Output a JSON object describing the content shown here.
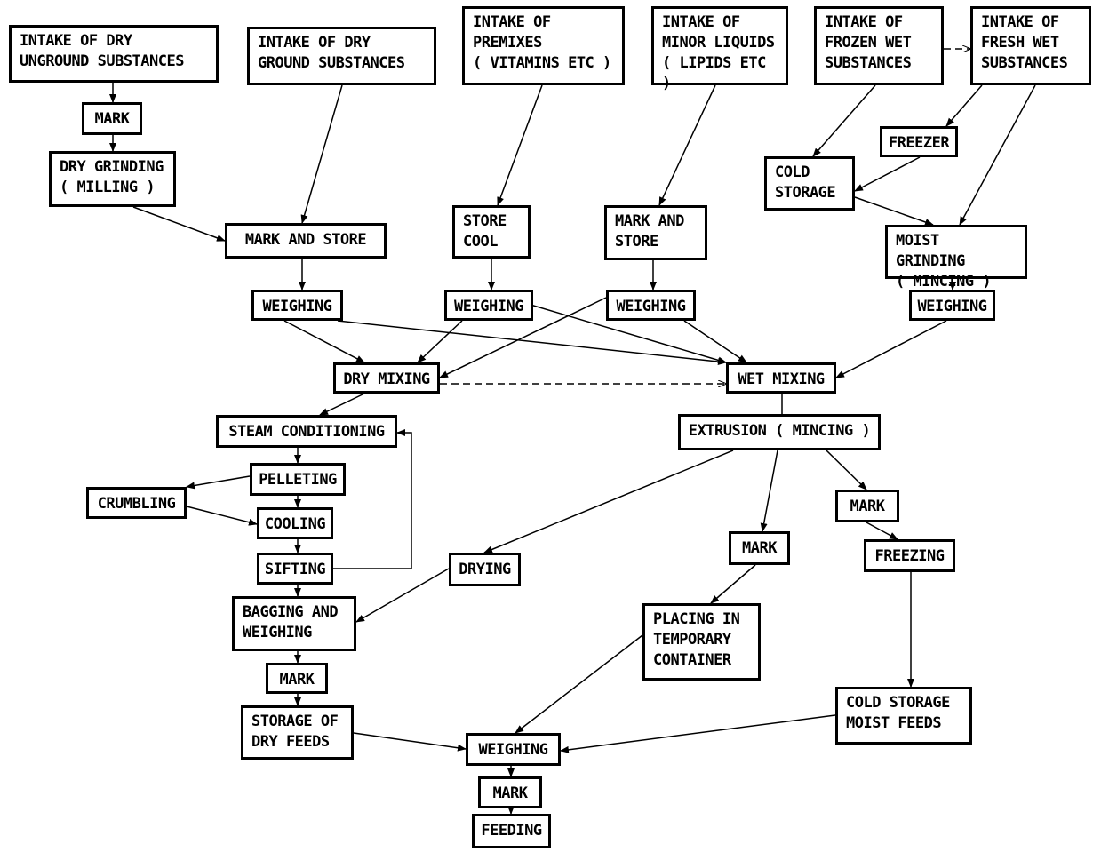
{
  "nodes": {
    "intake_dry_unground": "INTAKE OF DRY\nUNGROUND SUBSTANCES",
    "intake_dry_ground": "INTAKE OF DRY\nGROUND SUBSTANCES",
    "intake_premixes": "INTAKE OF\nPREMIXES\n( VITAMINS ETC )",
    "intake_minor_liquids": "INTAKE OF\nMINOR LIQUIDS\n( LIPIDS ETC )",
    "intake_frozen_wet": "INTAKE OF\nFROZEN WET\nSUBSTANCES",
    "intake_fresh_wet": "INTAKE OF\nFRESH WET\nSUBSTANCES",
    "mark_1": "MARK",
    "dry_grinding": "DRY GRINDING\n( MILLING )",
    "mark_and_store_1": "MARK AND STORE",
    "store_cool": "STORE\nCOOL",
    "mark_and_store_2": "MARK AND\nSTORE",
    "freezer": "FREEZER",
    "cold_storage": "COLD\nSTORAGE",
    "moist_grinding": "MOIST GRINDING\n( MINCING )",
    "weighing_1": "WEIGHING",
    "weighing_2": "WEIGHING",
    "weighing_3": "WEIGHING",
    "weighing_4": "WEIGHING",
    "dry_mixing": "DRY MIXING",
    "wet_mixing": "WET MIXING",
    "steam_conditioning": "STEAM CONDITIONING",
    "extrusion": "EXTRUSION ( MINCING )",
    "pelleting": "PELLETING",
    "crumbling": "CRUMBLING",
    "cooling": "COOLING",
    "sifting": "SIFTING",
    "drying": "DRYING",
    "mark_2": "MARK",
    "mark_3": "MARK",
    "freezing": "FREEZING",
    "bagging": "BAGGING AND\nWEIGHING",
    "placing": "PLACING IN\nTEMPORARY\nCONTAINER",
    "mark_4": "MARK",
    "storage_dry_feeds": "STORAGE OF\nDRY FEEDS",
    "cold_storage_moist": "COLD STORAGE\nMOIST FEEDS",
    "weighing_final": "WEIGHING",
    "mark_final": "MARK",
    "feeding": "FEEDING"
  }
}
